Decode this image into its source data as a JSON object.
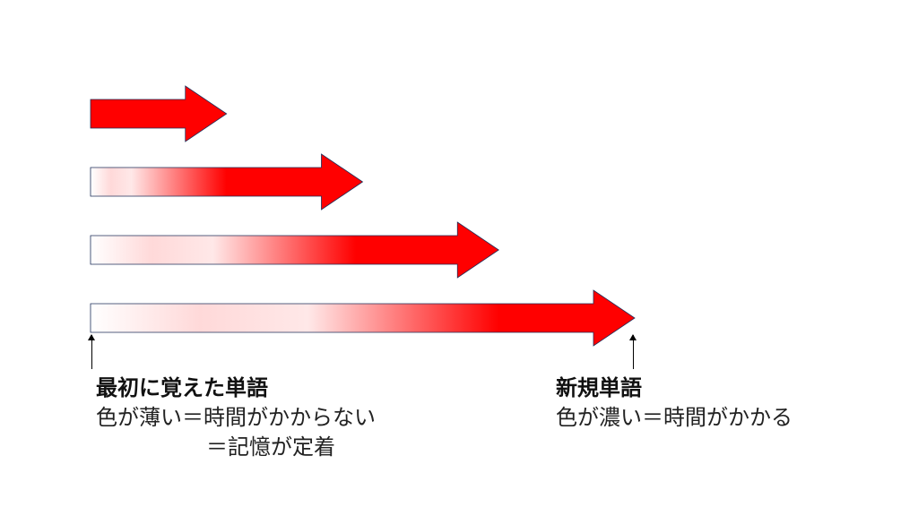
{
  "diagram": {
    "arrows": [
      {
        "length_ratio": 0.25,
        "fade": 0.0
      },
      {
        "length_ratio": 0.5,
        "fade": 0.15
      },
      {
        "length_ratio": 0.75,
        "fade": 0.3
      },
      {
        "length_ratio": 1.0,
        "fade": 0.4
      }
    ],
    "colors": {
      "arrow": "#ff0000",
      "arrow_light": "#ffffff",
      "outline": "#1f2f5a",
      "text": "#222222"
    }
  },
  "labels": {
    "left": {
      "title": "最初に覚えた単語",
      "line1": "色が薄い＝時間がかからない",
      "line2": "＝記憶が定着"
    },
    "right": {
      "title": "新規単語",
      "line1": "色が濃い＝時間がかかる"
    }
  }
}
